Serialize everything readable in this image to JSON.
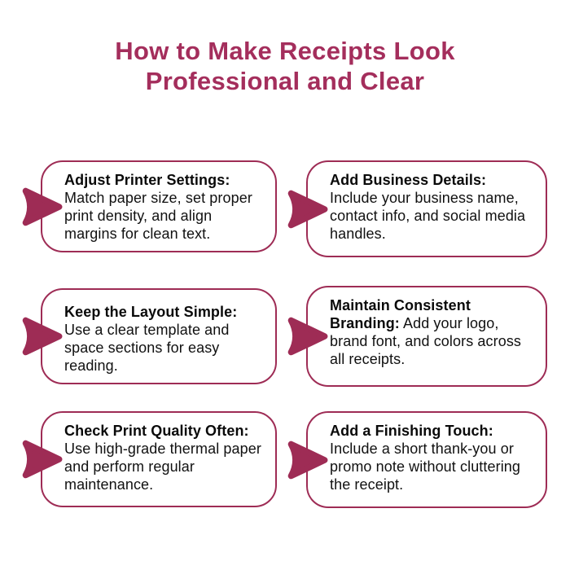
{
  "page": {
    "background": "#ffffff"
  },
  "colors": {
    "accent": "#9e2c55",
    "title": "#a42e5c",
    "body_text": "#111111"
  },
  "title": {
    "line1": "How to Make Receipts Look",
    "line2": "Professional and Clear"
  },
  "icons": {
    "arrow": "right-arrow-icon"
  },
  "cards": [
    {
      "heading": "Adjust Printer Settings:",
      "body": "Match paper size, set proper print density, and align margins for clean text."
    },
    {
      "heading": "Add Business Details:",
      "body": "Include your business name, contact info, and social media handles."
    },
    {
      "heading": "Keep the Layout Simple:",
      "body": "Use a clear template and space sections for easy reading."
    },
    {
      "heading": "Maintain Consistent Branding:",
      "body": "Add your logo, brand font, and colors across all receipts."
    },
    {
      "heading": "Check Print Quality Often:",
      "body": "Use high-grade thermal paper and perform regular maintenance."
    },
    {
      "heading": "Add a Finishing Touch:",
      "body": "Include a short thank-you or promo note without cluttering the receipt."
    }
  ]
}
